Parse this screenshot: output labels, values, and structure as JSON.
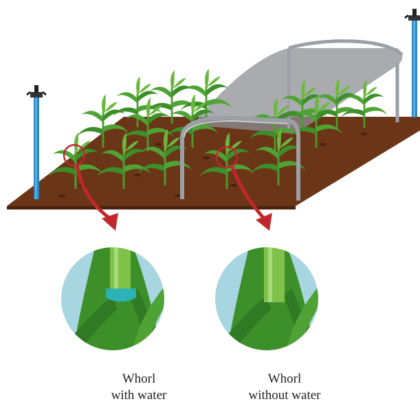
{
  "captions": {
    "left": {
      "line1": "Whorl",
      "line2": "with water"
    },
    "right": {
      "line1": "Whorl",
      "line2": "without water"
    }
  },
  "colors": {
    "soil": "#6b3518",
    "soil_edge": "#4a2410",
    "leaf": "#3d8f2a",
    "leaf_light": "#7fc24a",
    "pipe": "#2e86c1",
    "highlight_ring": "#c0282c",
    "arrow": "#c0282c",
    "shelter_roof": "#8c8f94",
    "shelter_frame": "#9aa0a6",
    "whorl_bg": "#a7d5e0",
    "whorl_water": "#2bb3b8"
  },
  "icons": [
    "sprinkler-icon",
    "corn-plant-icon",
    "rain-shelter-icon",
    "magnify-arrow-icon"
  ]
}
